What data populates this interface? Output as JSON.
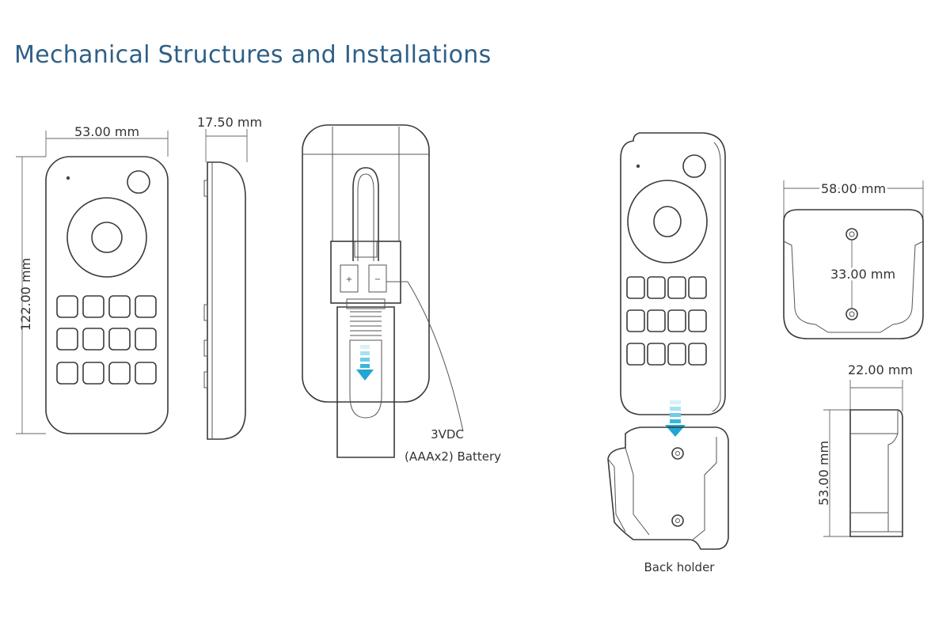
{
  "title": "Mechanical Structures and Installations",
  "dimensions": {
    "front_width": "53.00 mm",
    "front_height": "122.00 mm",
    "side_depth": "17.50 mm",
    "holder_width": "58.00 mm",
    "holder_hole_spacing": "33.00 mm",
    "holder_depth": "22.00 mm",
    "holder_height": "53.00 mm"
  },
  "battery": {
    "line1": "3VDC",
    "line2": "(AAAx2) Battery"
  },
  "back_holder_label": "Back holder",
  "colors": {
    "title": "#2e5f86",
    "arrow": "#3bb6d9",
    "line": "#3a3a3a"
  }
}
